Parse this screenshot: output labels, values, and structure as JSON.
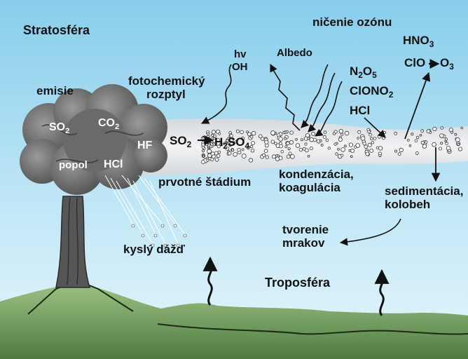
{
  "regions": {
    "stratosphere": "Stratosféra",
    "troposphere": "Troposféra"
  },
  "volcano": {
    "emissions_label": "emisie",
    "plume_species": {
      "so2": {
        "base": "SO",
        "sub": "2"
      },
      "co2": {
        "base": "CO",
        "sub": "2"
      },
      "hf": "HF",
      "ash": "popol",
      "hcl": "HCl"
    }
  },
  "processes": {
    "photochem_line1": "fotochemický",
    "photochem_line2": "rozptyl",
    "hv": "hv",
    "oh": "OH",
    "albedo": "Albedo",
    "ozone_destruction": "ničenie ozónu",
    "initial_stage": "prvotné štádium",
    "condensation_line1": "kondenzácia,",
    "condensation_line2": "koagulácia",
    "sedimentation_line1": "sedimentácia,",
    "sedimentation_line2": "kolobeh",
    "cloud_formation_line1": "tvorenie",
    "cloud_formation_line2": "mrakov",
    "acid_rain": "kyslý dážď"
  },
  "chemistry": {
    "reaction_so2": {
      "base": "SO",
      "sub": "2"
    },
    "reaction_h2so4": {
      "a": "H",
      "a_sub": "2",
      "b": "SO",
      "b_sub": "4"
    },
    "n2o5": {
      "a": "N",
      "a_sub": "2",
      "b": "O",
      "b_sub": "5"
    },
    "clono2": {
      "base": "ClONO",
      "sub": "2"
    },
    "hcl": "HCl",
    "hno3": {
      "base": "HNO",
      "sub": "3"
    },
    "clo": "ClO",
    "o3": {
      "base": "O",
      "sub": "3"
    }
  },
  "colors": {
    "sky_top": "#87ceeb",
    "sky_bottom": "#e6f6fc",
    "ground": "#6f9a5a",
    "plume": "#6e6e6e",
    "aerosol_band": "#e8eaec"
  }
}
